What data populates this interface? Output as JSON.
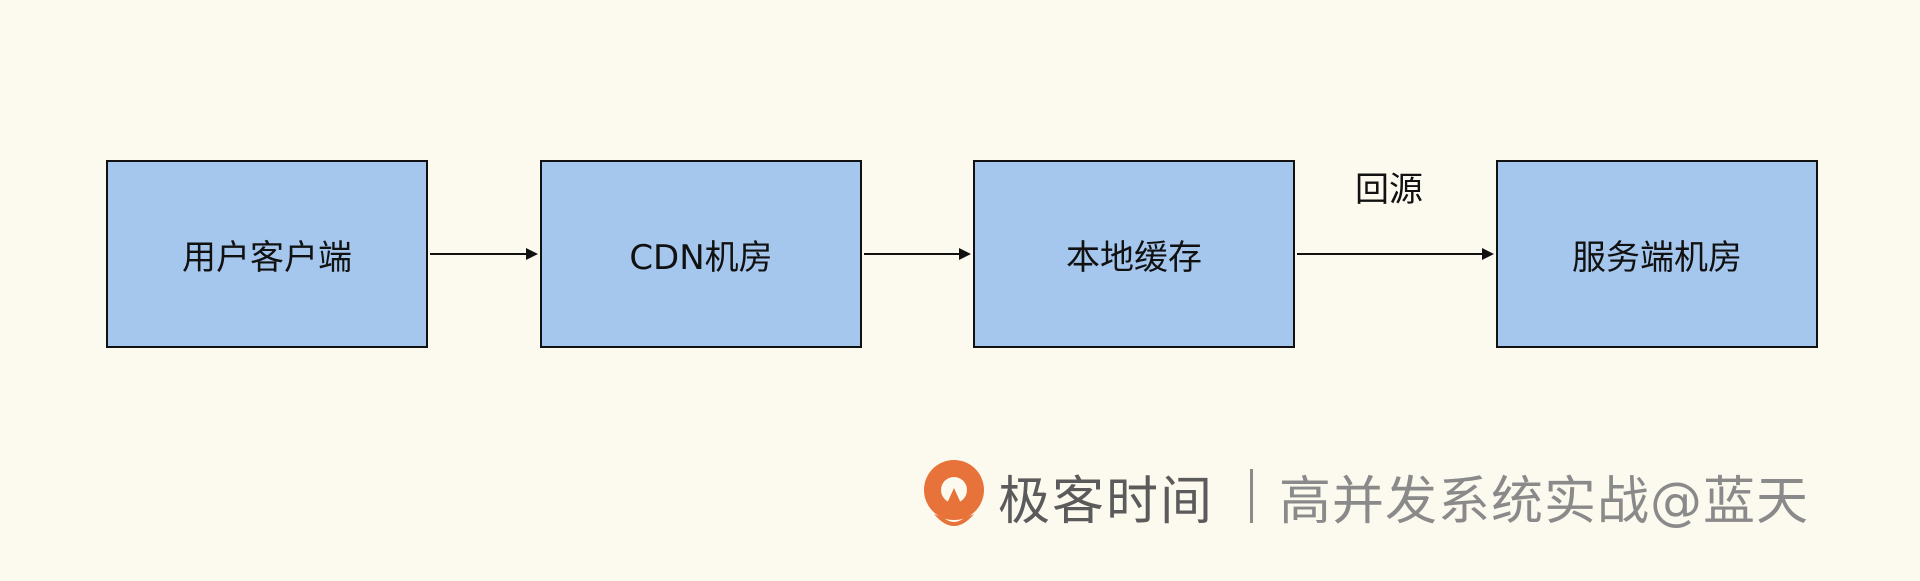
{
  "diagram": {
    "nodes": [
      {
        "id": "n1",
        "label": "用户客户端"
      },
      {
        "id": "n2",
        "label": "CDN机房"
      },
      {
        "id": "n3",
        "label": "本地缓存"
      },
      {
        "id": "n4",
        "label": "服务端机房"
      }
    ],
    "edges": [
      {
        "from": "n1",
        "to": "n2",
        "label": ""
      },
      {
        "from": "n2",
        "to": "n3",
        "label": ""
      },
      {
        "from": "n3",
        "to": "n4",
        "label": "回源"
      }
    ]
  },
  "watermark": {
    "brand": "极客时间",
    "course": "高并发系统实战@蓝天"
  },
  "colors": {
    "background": "#fcf9ee",
    "node_fill": "#a5c7ee",
    "node_border": "#111111",
    "logo_orange": "#e8733a"
  },
  "icons": {
    "logo": "geektime-logo-icon"
  }
}
